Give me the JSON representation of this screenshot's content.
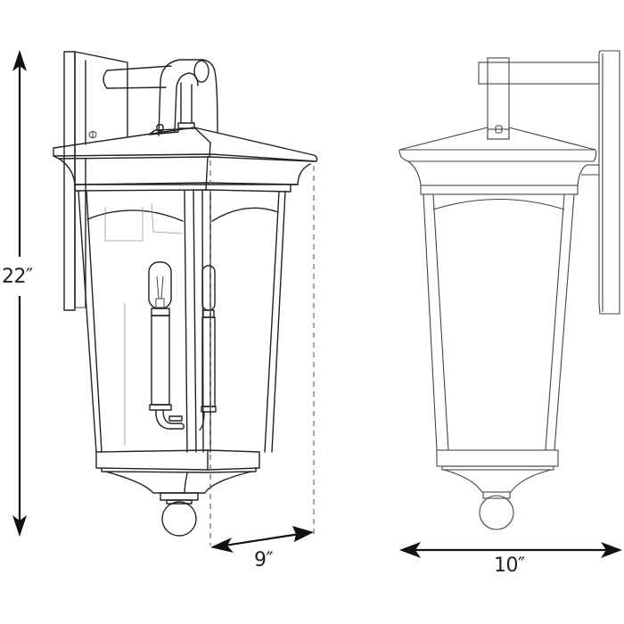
{
  "diagram": {
    "subject": "Outdoor wall lantern dimension drawing",
    "views": [
      {
        "name": "perspective-view",
        "description": "Three-quarter view showing wall plate, arm, two candle sockets and globe finial"
      },
      {
        "name": "side-view",
        "description": "Side elevation showing wall plate, arm, roof, glass frame and finial"
      }
    ],
    "dimensions": {
      "height": {
        "label": "22″",
        "value": 22,
        "unit": "in",
        "orientation": "vertical"
      },
      "depth": {
        "label": "9″",
        "value": 9,
        "unit": "in",
        "orientation": "angled"
      },
      "width": {
        "label": "10″",
        "value": 10,
        "unit": "in",
        "orientation": "horizontal"
      }
    },
    "colors": {
      "line": "#222222",
      "background": "#ffffff",
      "dashed_extension": "#666666"
    }
  }
}
